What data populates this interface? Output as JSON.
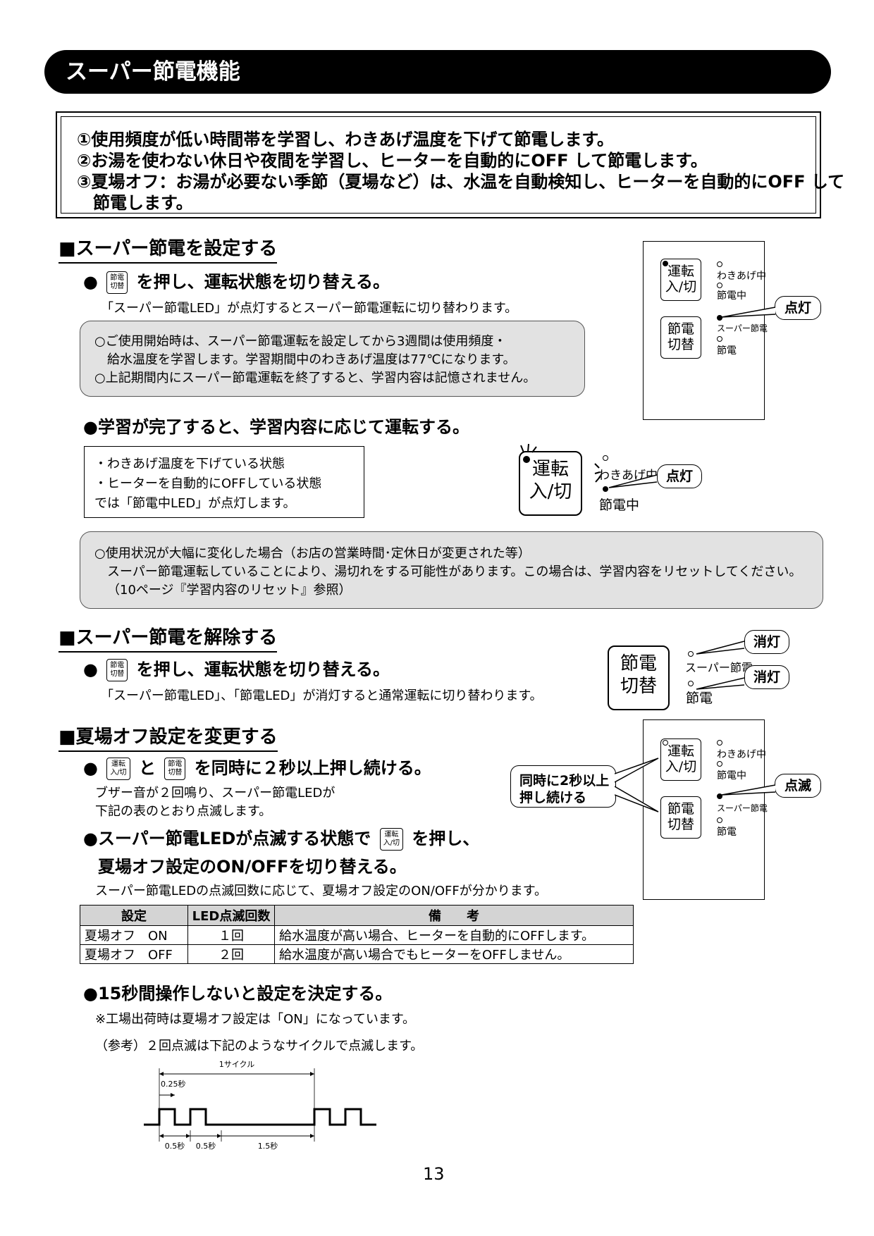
{
  "header": {
    "title": "スーパー節電機能"
  },
  "intro": {
    "lines": [
      "①使用頻度が低い時間帯を学習し、わきあげ温度を下げて節電します。",
      "②お湯を使わない休日や夜間を学習し、ヒーターを自動的にOFF して節電します。",
      "③夏場オフ：お湯が必要ない季節（夏場など）は、水温を自動検知し、ヒーターを自動的にOFF して",
      "節電します。"
    ]
  },
  "keys": {
    "setsuden": [
      "節電",
      "切替"
    ],
    "unten": [
      "運転",
      "入/切"
    ]
  },
  "section1": {
    "title": "■スーパー節電を設定する",
    "step_prefix": "●",
    "step_text": "を押し、運転状態を切り替える。",
    "desc": "「スーパー節電LED」が点灯するとスーパー節電運転に切り替わります。",
    "note": [
      "○ご使用開始時は、スーパー節電運転を設定してから3週間は使用頻度・",
      "給水温度を学習します。学習期間中のわきあげ温度は77℃になります。",
      "○上記期間内にスーパー節電運転を終了すると、学習内容は記憶されません。"
    ],
    "bullet2": "●学習が完了すると、学習内容に応じて運転する。",
    "box": [
      "・わきあげ温度を下げている状態",
      "・ヒーターを自動的にOFFしている状態",
      "では「節電中LED」が点灯します。"
    ],
    "note2": [
      "○使用状況が大幅に変化した場合（お店の営業時間･定休日が変更された等）",
      "スーパー節電運転していることにより、湯切れをする可能性があります。この場合は、学習内容をリセットしてください。",
      "（10ページ『学習内容のリセット』参照）"
    ]
  },
  "panel": {
    "btn_unten": [
      "運転",
      "入/切"
    ],
    "btn_setsuden": [
      "節電",
      "切替"
    ],
    "led_wakiage": "わきあげ中",
    "led_setsudenchu": "節電中",
    "led_super": "スーパー節電",
    "led_setsuden": "節電",
    "callout_on": "点灯",
    "callout_off": "消灯",
    "callout_blink": "点滅",
    "callout_simul": [
      "同時に2秒以上",
      "押し続ける"
    ]
  },
  "section2": {
    "title": "■スーパー節電を解除する",
    "step_prefix": "●",
    "step_text": "を押し、運転状態を切り替える。",
    "desc": "「スーパー節電LED」、「節電LED」が消灯すると通常運転に切り替わります。"
  },
  "section3": {
    "title": "■夏場オフ設定を変更する",
    "step_prefix": "●",
    "step_and": "と",
    "step_text": "を同時に２秒以上押し続ける。",
    "desc": [
      "ブザー音が２回鳴り、スーパー節電LEDが",
      "下記の表のとおり点滅します。"
    ],
    "bullet2_a": "●スーパー節電LEDが点滅する状態で",
    "bullet2_b": "を押し、",
    "bullet2_c": "夏場オフ設定のON/OFFを切り替える。",
    "desc2": "スーパー節電LEDの点滅回数に応じて、夏場オフ設定のON/OFFが分かります。",
    "table": {
      "headers": [
        "設定",
        "LED点滅回数",
        "備　　考"
      ],
      "rows": [
        [
          "夏場オフ　ON",
          "１回",
          "給水温度が高い場合、ヒーターを自動的にOFFします。"
        ],
        [
          "夏場オフ　OFF",
          "２回",
          "給水温度が高い場合でもヒーターをOFFしません。"
        ]
      ]
    },
    "bullet3": "●15秒間操作しないと設定を決定する。",
    "note_factory": "※工場出荷時は夏場オフ設定は「ON」になっています。",
    "note_ref": "（参考）２回点滅は下記のようなサイクルで点滅します。"
  },
  "timing": {
    "cycle": "1サイクル",
    "t025": "0.25秒",
    "t05a": "0.5秒",
    "t05b": "0.5秒",
    "t15": "1.5秒"
  },
  "page_number": "13"
}
